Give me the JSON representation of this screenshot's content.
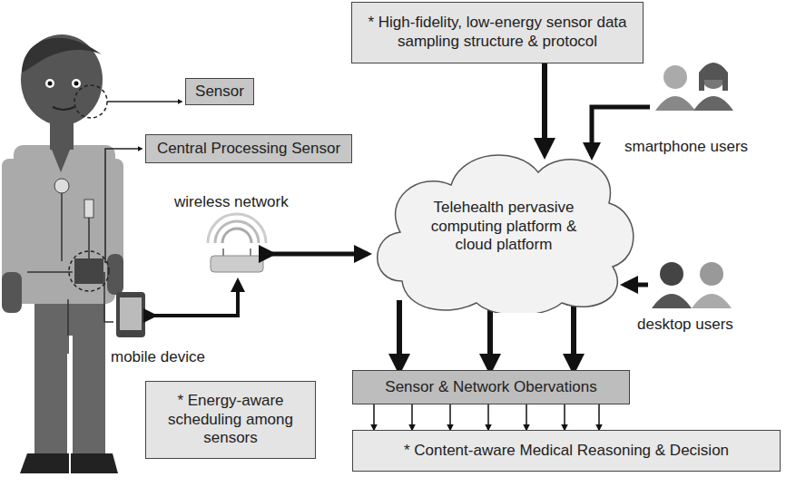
{
  "diagram": {
    "nodes": [
      {
        "text": [
          "* High-fidelity, low-energy sensor data sampling structure & protocol"
        ]
      },
      {
        "text": [
          "Sensor"
        ]
      },
      {
        "text": [
          "Central Processing Sensor"
        ]
      },
      {
        "text": [
          "Telehealth pervasive computing platform & cloud platform"
        ]
      },
      {
        "text": [
          "Sensor & Network Obervations"
        ]
      },
      {
        "text": [
          "* Content-aware Medical Reasoning & Decision"
        ]
      },
      {
        "text": [
          "* Energy-aware scheduling among sensors"
        ]
      }
    ],
    "edges": [
      {
        "from": 0,
        "to": 3,
        "arrow": "to"
      },
      {
        "from": 3,
        "to": 4,
        "arrow": "to"
      },
      {
        "from": 3,
        "to": 4,
        "arrow": "to"
      },
      {
        "from": 3,
        "to": 4,
        "arrow": "to"
      },
      {
        "from": 4,
        "to": 5,
        "arrow": "to"
      },
      {
        "from": 4,
        "to": 5,
        "arrow": "to"
      },
      {
        "from": 4,
        "to": 5,
        "arrow": "to"
      },
      {
        "from": 4,
        "to": 5,
        "arrow": "to"
      },
      {
        "from": 4,
        "to": 5,
        "arrow": "to"
      },
      {
        "from": 4,
        "to": 5,
        "arrow": "to"
      },
      {
        "from": 4,
        "to": 5,
        "arrow": "to"
      }
    ],
    "labels": [
      "wireless network",
      "mobile device",
      "smartphone users",
      "desktop users"
    ]
  }
}
